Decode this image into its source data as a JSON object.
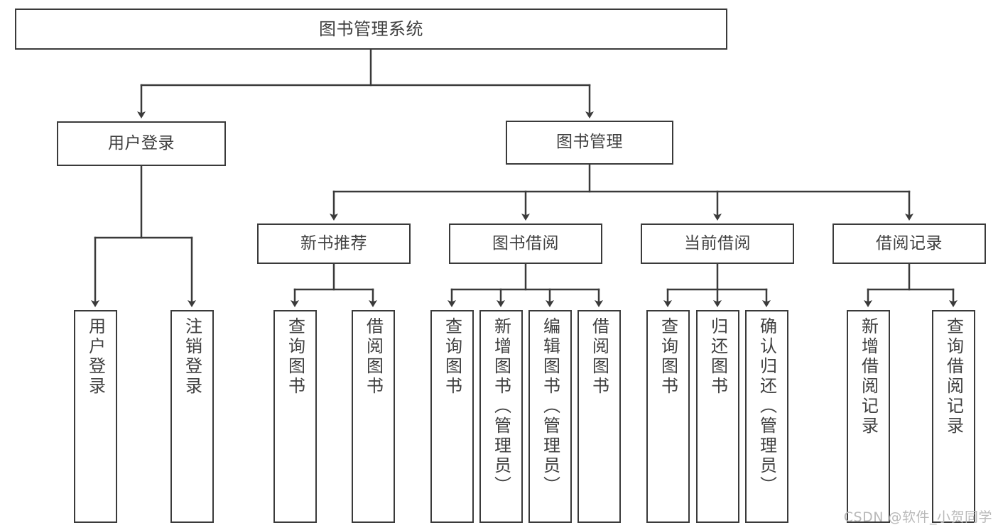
{
  "diagram": {
    "title": "图书管理系统",
    "type": "tree",
    "root": {
      "label": "图书管理系统"
    },
    "level1": [
      {
        "label": "用户登录"
      },
      {
        "label": "图书管理"
      }
    ],
    "level2": [
      {
        "label": "新书推荐"
      },
      {
        "label": "图书借阅"
      },
      {
        "label": "当前借阅"
      },
      {
        "label": "借阅记录"
      }
    ],
    "leaves": {
      "user_login": [
        {
          "label": "用户登录"
        },
        {
          "label": "注销登录"
        }
      ],
      "new_book_recommend": [
        {
          "label": "查询图书"
        },
        {
          "label": "借阅图书"
        }
      ],
      "book_borrow": [
        {
          "label": "查询图书"
        },
        {
          "label": "新增图书（管理员）"
        },
        {
          "label": "编辑图书（管理员）"
        },
        {
          "label": "借阅图书"
        }
      ],
      "current_borrow": [
        {
          "label": "查询图书"
        },
        {
          "label": "归还图书"
        },
        {
          "label": "确认归还（管理员）"
        }
      ],
      "borrow_record": [
        {
          "label": "新增借阅记录"
        },
        {
          "label": "查询借阅记录"
        }
      ]
    }
  },
  "watermark": {
    "text": "CSDN @软件_小贺同学"
  },
  "colors": {
    "stroke": "#3a3a3a",
    "text": "#404040",
    "background": "#ffffff",
    "watermark": "#b9b9b9"
  }
}
